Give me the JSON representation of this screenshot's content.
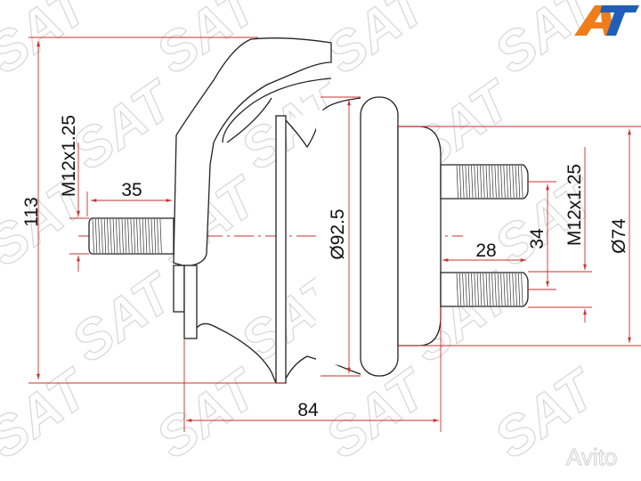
{
  "watermark": "SAT",
  "logo": {
    "text": "AT",
    "colors": {
      "A": "#f07d1a",
      "T": "#1f5fb8"
    }
  },
  "avito_watermark": "Avito",
  "colors": {
    "dimension_line": "#c9302c",
    "outline": "#222222"
  },
  "dimensions": {
    "height": "113",
    "left_thread": "M12x1.25",
    "left_stud_length": "35",
    "flange_diameter": "Ø92.5",
    "right_stud_length": "28",
    "stud_spacing": "34",
    "right_thread": "M12x1.25",
    "body_diameter": "Ø74",
    "overall_length": "84"
  }
}
